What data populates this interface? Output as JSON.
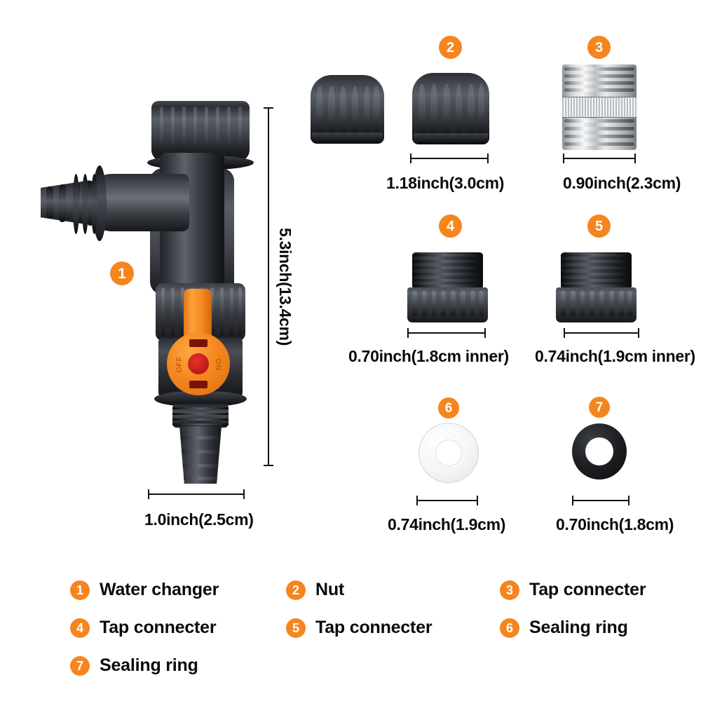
{
  "product": {
    "main_item": {
      "badge": "1",
      "name": "Water changer",
      "height_dim": "5.3inch(13.4cm)",
      "width_dim": "1.0inch(2.5cm)",
      "lever_on": "ON",
      "lever_off": "OFF"
    }
  },
  "parts": [
    {
      "badge": "2",
      "name": "Nut",
      "dimension": "1.18inch(3.0cm)",
      "color": "#2b2e33",
      "kind": "nut"
    },
    {
      "badge": "3",
      "name": "Tap connecter",
      "dimension": "0.90inch(2.3cm)",
      "color": "#c6c9ce",
      "kind": "chrome-connector"
    },
    {
      "badge": "4",
      "name": "Tap connecter",
      "dimension": "0.70inch(1.8cm inner)",
      "color": "#2e3137",
      "kind": "black-connector"
    },
    {
      "badge": "5",
      "name": "Tap connecter",
      "dimension": "0.74inch(1.9cm inner)",
      "color": "#2e3137",
      "kind": "black-connector"
    },
    {
      "badge": "6",
      "name": "Sealing ring",
      "dimension": "0.74inch(1.9cm)",
      "color": "#f4f5f5",
      "kind": "ring-white"
    },
    {
      "badge": "7",
      "name": "Sealing ring",
      "dimension": "0.70inch(1.8cm)",
      "color": "#1d1f22",
      "kind": "ring-black"
    }
  ],
  "legend": {
    "items": [
      {
        "badge": "1",
        "label": "Water changer"
      },
      {
        "badge": "2",
        "label": "Nut"
      },
      {
        "badge": "3",
        "label": "Tap connecter"
      },
      {
        "badge": "4",
        "label": "Tap connecter"
      },
      {
        "badge": "5",
        "label": "Tap connecter"
      },
      {
        "badge": "6",
        "label": "Sealing ring"
      },
      {
        "badge": "7",
        "label": "Sealing ring"
      }
    ]
  },
  "theme": {
    "accent": "#F5851F",
    "background": "#FFFFFF",
    "text": "#0B0B0B",
    "lever_red": "#C4140D"
  }
}
